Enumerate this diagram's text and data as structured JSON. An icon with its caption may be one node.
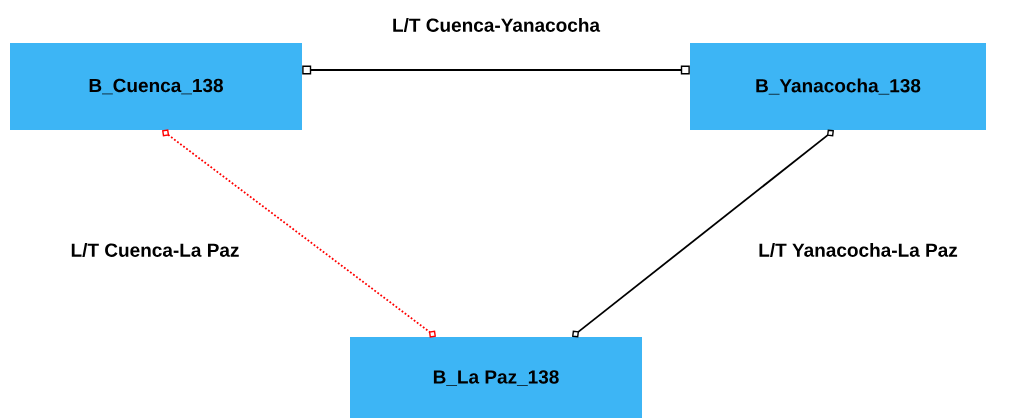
{
  "diagram": {
    "nodes": [
      {
        "text": [
          "B_Cuenca_138"
        ]
      },
      {
        "text": [
          "B_Yanacocha_138"
        ]
      },
      {
        "text": [
          "B_La Paz_138"
        ]
      }
    ],
    "edges": [
      {
        "from": 0,
        "to": 1,
        "arrow": "other",
        "label": "L/T Cuenca-Yanacocha"
      },
      {
        "from": 0,
        "to": 2,
        "arrow": "other",
        "label": "L/T Cuenca-La Paz",
        "style": "dashed",
        "color": "#ff0000"
      },
      {
        "from": 1,
        "to": 2,
        "arrow": "other",
        "label": "L/T Yanacocha-La Paz"
      }
    ]
  }
}
